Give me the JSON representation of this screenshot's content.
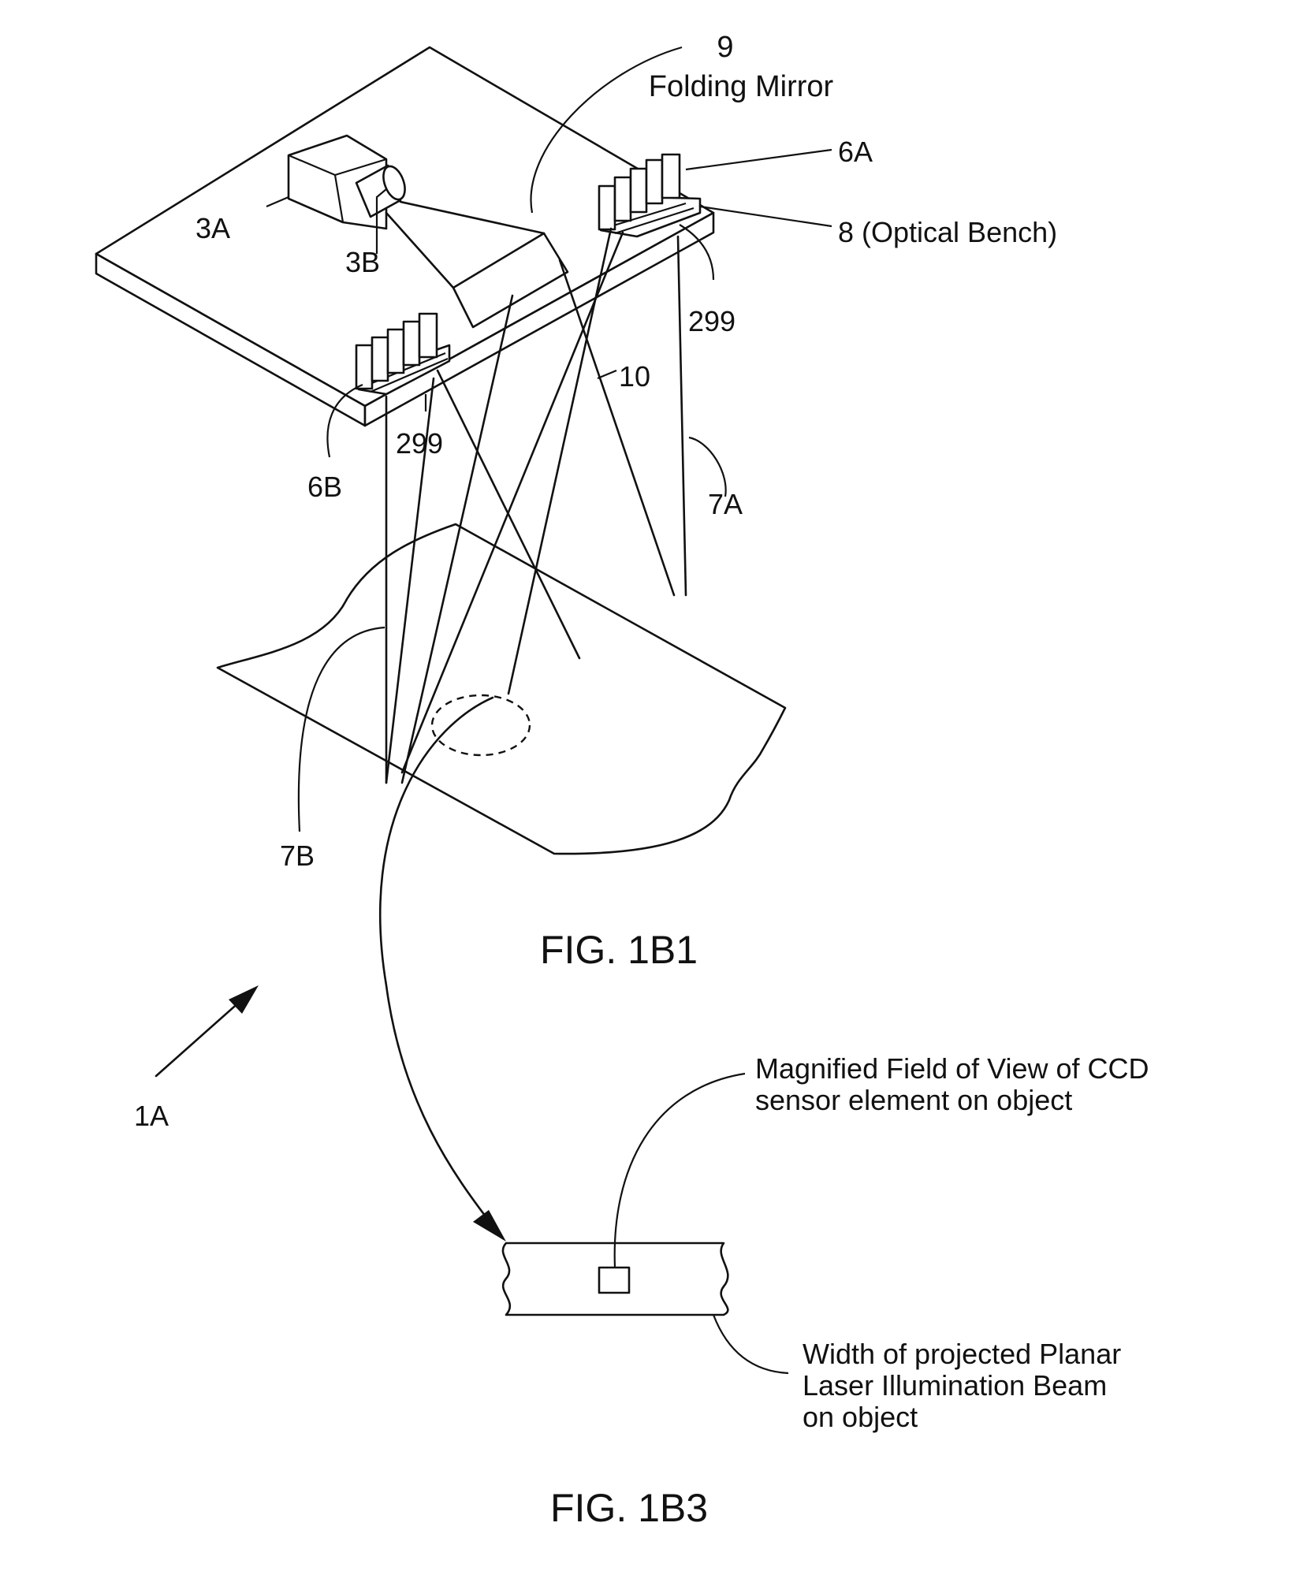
{
  "figures": {
    "fig_1b1": {
      "caption": "FIG. 1B1"
    },
    "fig_1b3": {
      "caption": "FIG. 1B3"
    }
  },
  "labels": {
    "folding_mirror_number": "9",
    "folding_mirror_text": "Folding Mirror",
    "label_6a": "6A",
    "label_8": "8 (Optical Bench)",
    "label_3a": "3A",
    "label_3b": "3B",
    "label_299_right": "299",
    "label_299_left": "299",
    "label_10": "10",
    "label_6b": "6B",
    "label_7a": "7A",
    "label_7b": "7B",
    "label_1a": "1A"
  },
  "callouts": {
    "ccd_field_line1": "Magnified Field of View of CCD",
    "ccd_field_line2": "sensor element on object",
    "beam_width_line1": "Width of projected Planar",
    "beam_width_line2": "Laser Illumination Beam",
    "beam_width_line3": "on object"
  }
}
